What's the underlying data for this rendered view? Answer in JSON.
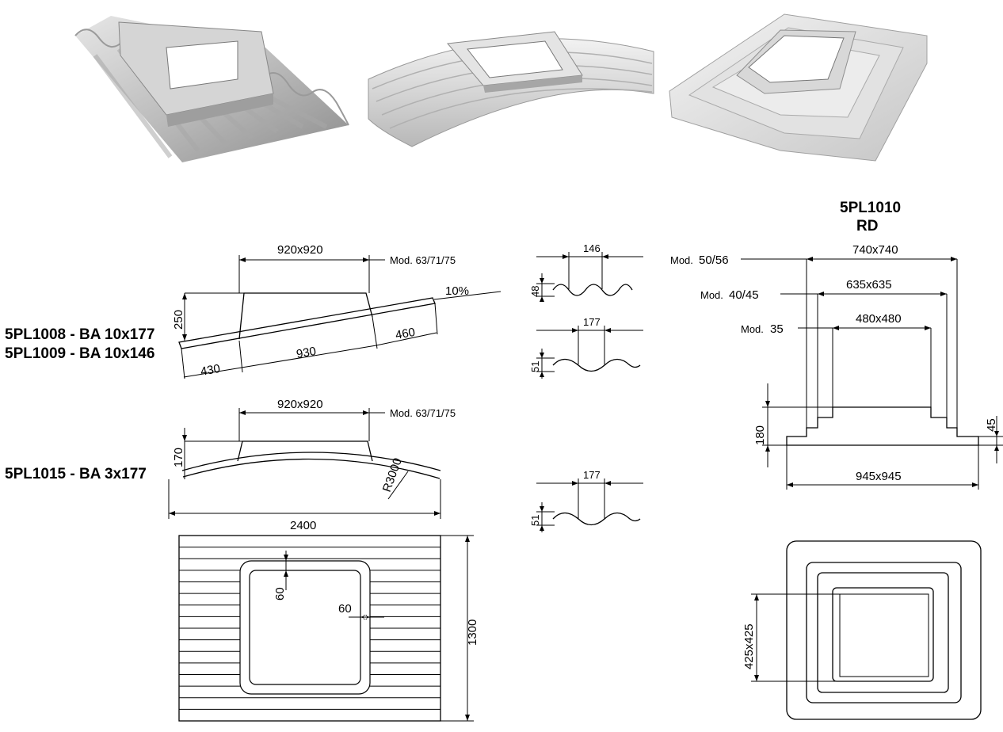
{
  "product_labels": {
    "pl1008": "5PL1008 - BA 10x177",
    "pl1009": "5PL1009 - BA 10x146",
    "pl1015": "5PL1015 - BA 3x177",
    "pl1010": "5PL1010",
    "pl1010_sub": "RD"
  },
  "sloped_drawing": {
    "opening": "920x920",
    "mod": "Mod. 63/71/75",
    "slope": "10%",
    "height": "250",
    "seg_left": "430",
    "seg_mid": "930",
    "seg_right": "460"
  },
  "curved_drawing": {
    "opening": "920x920",
    "mod": "Mod. 63/71/75",
    "height": "170",
    "radius": "R3000",
    "length": "2400"
  },
  "plan_drawing": {
    "width": "1300",
    "margin_top": "60",
    "margin_right": "60"
  },
  "wave_profiles": {
    "p1_pitch": "146",
    "p1_height": "48",
    "p2_pitch": "177",
    "p2_height": "51",
    "p3_pitch": "177",
    "p3_height": "51"
  },
  "rd_drawing": {
    "mod_a_prefix": "Mod.",
    "mod_a_value": "50/56",
    "mod_a_dim": "740x740",
    "mod_b_prefix": "Mod.",
    "mod_b_value": "40/45",
    "mod_b_dim": "635x635",
    "mod_c_prefix": "Mod.",
    "mod_c_value": "35",
    "mod_c_dim": "480x480",
    "height": "180",
    "step": "45",
    "base": "945x945",
    "plan_opening": "425x425"
  }
}
